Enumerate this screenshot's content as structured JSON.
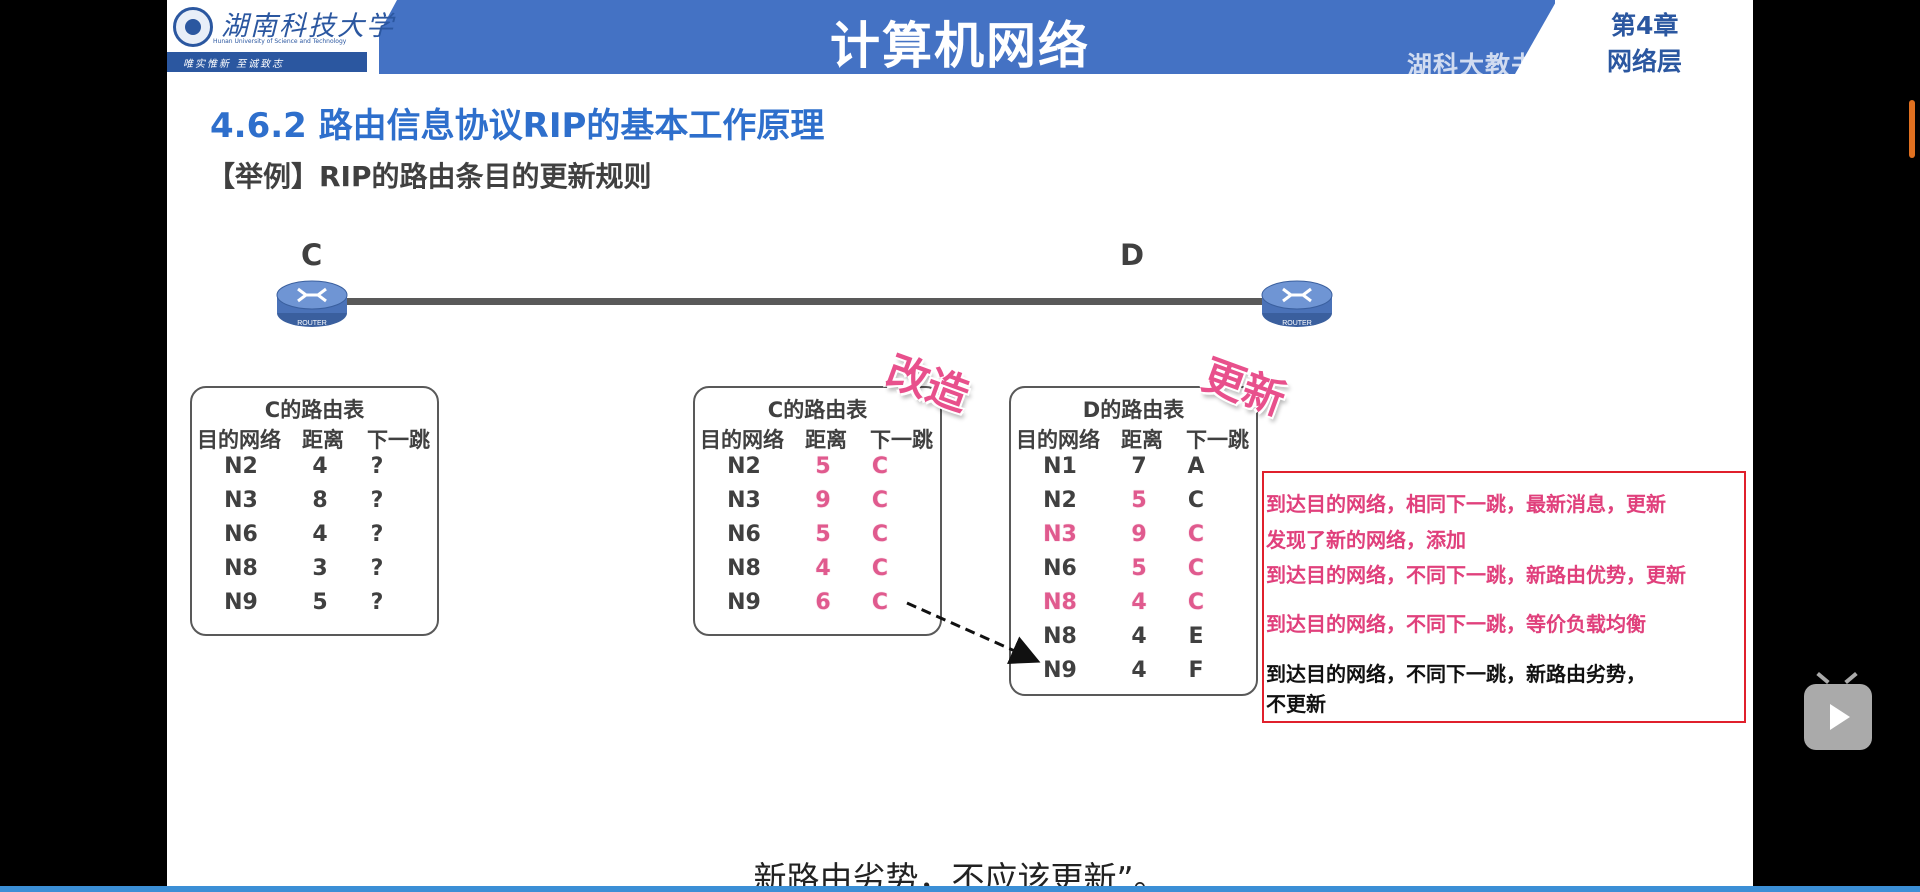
{
  "header": {
    "logo_cn": "湖南科技大学",
    "logo_en": "Hunan University of Science and Technology",
    "logo_motto": "唯实惟新  至诚致志",
    "title": "计算机网络",
    "chapter": "第4章",
    "chapter_sub": "网络层",
    "watermark": "湖科大教书匠"
  },
  "section": {
    "title": "4.6.2 路由信息协议RIP的基本工作原理",
    "subtitle": "【举例】RIP的路由条目的更新规则"
  },
  "routers": {
    "c_label": "C",
    "d_label": "D",
    "router_text": "ROUTER"
  },
  "tables": {
    "headers": {
      "dest": "目的网络",
      "dist": "距离",
      "next": "下一跳"
    },
    "c_original": {
      "title": "C的路由表",
      "rows": [
        {
          "dest": "N2",
          "dist": "4",
          "next": "?"
        },
        {
          "dest": "N3",
          "dist": "8",
          "next": "?"
        },
        {
          "dest": "N6",
          "dist": "4",
          "next": "?"
        },
        {
          "dest": "N8",
          "dist": "3",
          "next": "?"
        },
        {
          "dest": "N9",
          "dist": "5",
          "next": "?"
        }
      ]
    },
    "c_modified": {
      "title": "C的路由表",
      "rows": [
        {
          "dest": "N2",
          "dist": "5",
          "next": "C"
        },
        {
          "dest": "N3",
          "dist": "9",
          "next": "C"
        },
        {
          "dest": "N6",
          "dist": "5",
          "next": "C"
        },
        {
          "dest": "N8",
          "dist": "4",
          "next": "C"
        },
        {
          "dest": "N9",
          "dist": "6",
          "next": "C"
        }
      ]
    },
    "d_table": {
      "title": "D的路由表",
      "rows": [
        {
          "dest": "N1",
          "dist": "7",
          "next": "A"
        },
        {
          "dest": "N2",
          "dist": "5",
          "next": "C"
        },
        {
          "dest": "N3",
          "dist": "9",
          "next": "C"
        },
        {
          "dest": "N6",
          "dist": "5",
          "next": "C"
        },
        {
          "dest": "N8",
          "dist": "4",
          "next": "C"
        },
        {
          "dest": "N8",
          "dist": "4",
          "next": "E"
        },
        {
          "dest": "N9",
          "dist": "4",
          "next": "F"
        }
      ]
    }
  },
  "stamps": {
    "modify": "改造",
    "update": "更新"
  },
  "notes": [
    "到达目的网络，相同下一跳，最新消息，更新",
    "发现了新的网络，添加",
    "到达目的网络，不同下一跳，新路由优势，更新",
    "到达目的网络，不同下一跳，等价负载均衡",
    "到达目的网络，不同下一跳，新路由劣势，",
    "不更新"
  ],
  "video_subtitle": "新路由劣势，不应该更新”。",
  "colors": {
    "accent_blue": "#4472c4",
    "title_blue": "#2e6fcc",
    "pink": "#e05a8e",
    "box_red": "#e0202c"
  }
}
